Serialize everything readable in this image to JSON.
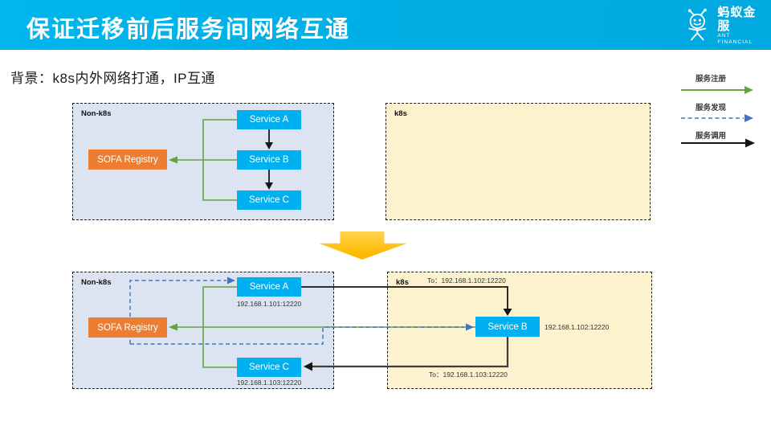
{
  "slide": {
    "title": "保证迁移前后服务间网络互通",
    "subtitle": "背景：k8s内外网络打通，IP互通"
  },
  "brand": {
    "name": "蚂蚁金服",
    "subname": "ANT FINANCIAL"
  },
  "legend": {
    "register": "服务注册",
    "discover": "服务发现",
    "invoke": "服务调用"
  },
  "before": {
    "left_region": "Non-k8s",
    "right_region": "k8s",
    "registry": "SOFA Registry",
    "service_a": "Service A",
    "service_b": "Service B",
    "service_c": "Service C"
  },
  "after": {
    "left_region": "Non-k8s",
    "right_region": "k8s",
    "registry": "SOFA Registry",
    "service_a": "Service A",
    "service_b": "Service B",
    "service_c": "Service C",
    "service_a_ip": "192.168.1.101:12220",
    "service_b_ip": "192.168.1.102:12220",
    "service_c_ip": "192.168.1.103:12220",
    "to_service_b": "To：192.168.1.102:12220",
    "to_service_c": "To：192.168.1.103:12220"
  },
  "colors": {
    "header": "#00AEE4",
    "service_box": "#00B0F0",
    "registry_box": "#ED7D31",
    "region_nonk8s": "#DCE4F2",
    "region_k8s": "#FCF2CE",
    "register_arrow": "#66A23F",
    "discover_arrow": "#4472C4",
    "invoke_arrow": "#222222",
    "transition_arrow": "#FFC000"
  }
}
